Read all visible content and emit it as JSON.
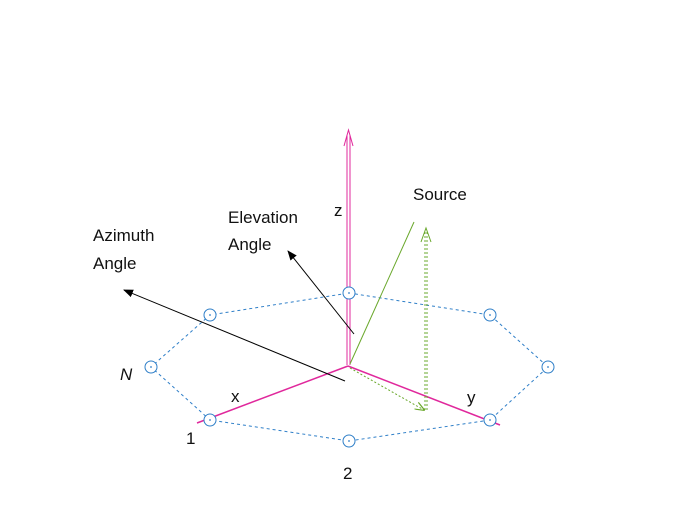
{
  "labels": {
    "z": "z",
    "x": "x",
    "y": "y",
    "source": "Source",
    "elevation_line1": "Elevation",
    "elevation_line2": "Angle",
    "azimuth_line1": "Azimuth",
    "azimuth_line2": "Angle",
    "element_n": "N",
    "element_1": "1",
    "element_2": "2"
  },
  "colors": {
    "axis": "#e0289c",
    "array": "#2f7fc8",
    "source": "#6aa82c",
    "arrow": "#000000",
    "text": "#111111"
  }
}
